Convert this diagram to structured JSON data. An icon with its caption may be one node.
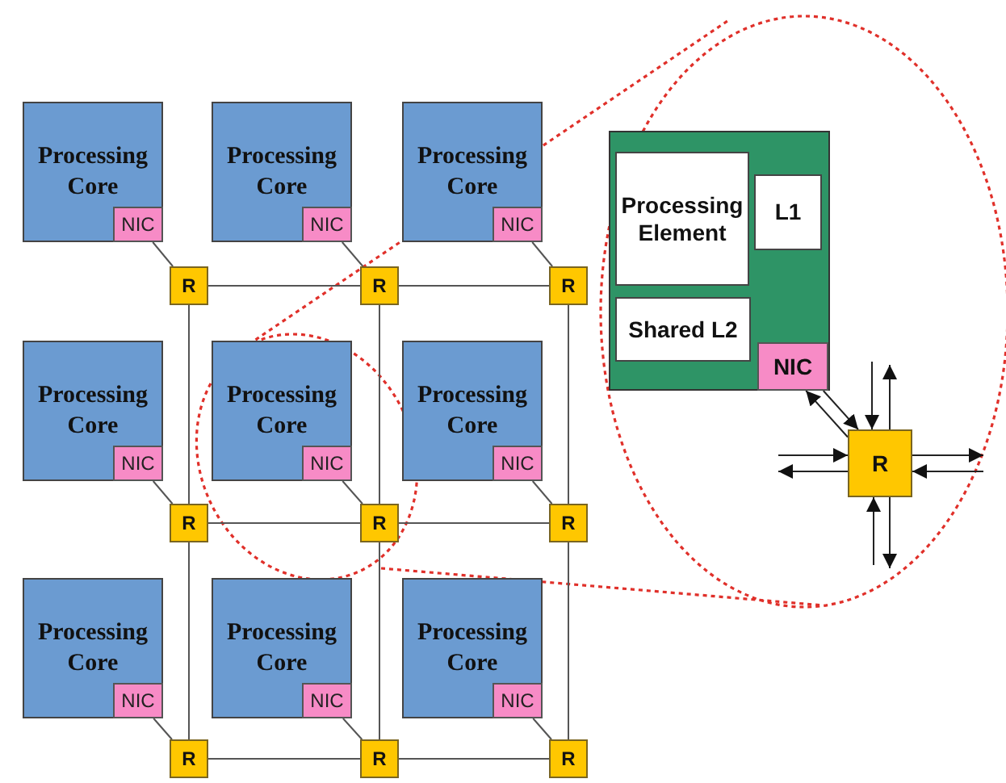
{
  "diagram": {
    "nodes": [
      {
        "text": [
          "Processing Core"
        ]
      },
      {
        "text": [
          "NIC"
        ],
        "in": 0
      },
      {
        "text": [
          "Processing Core"
        ]
      },
      {
        "text": [
          "NIC"
        ],
        "in": 2
      },
      {
        "text": [
          "Processing Core"
        ]
      },
      {
        "text": [
          "NIC"
        ],
        "in": 4
      },
      {
        "text": [
          "R"
        ]
      },
      {
        "text": [
          "R"
        ]
      },
      {
        "text": [
          "R"
        ]
      },
      {
        "text": [
          "Processing Core"
        ]
      },
      {
        "text": [
          "NIC"
        ],
        "in": 9
      },
      {
        "text": [
          "Processing Core"
        ]
      },
      {
        "text": [
          "NIC"
        ],
        "in": 11
      },
      {
        "text": [
          "Processing Core"
        ]
      },
      {
        "text": [
          "NIC"
        ],
        "in": 13
      },
      {
        "text": [
          "R"
        ]
      },
      {
        "text": [
          "R"
        ]
      },
      {
        "text": [
          "R"
        ]
      },
      {
        "text": [
          "Processing Core"
        ]
      },
      {
        "text": [
          "NIC"
        ],
        "in": 18
      },
      {
        "text": [
          "Processing Core"
        ]
      },
      {
        "text": [
          "NIC"
        ],
        "in": 20
      },
      {
        "text": [
          "Processing Core"
        ]
      },
      {
        "text": [
          "NIC"
        ],
        "in": 22
      },
      {
        "text": [
          "R"
        ]
      },
      {
        "text": [
          "R"
        ]
      },
      {
        "text": [
          "R"
        ]
      },
      {
        "text": [],
        "shape": "box"
      },
      {
        "text": [
          "Processing Element"
        ],
        "in": 27
      },
      {
        "text": [
          "L1"
        ],
        "in": 27
      },
      {
        "text": [
          "Shared L2"
        ],
        "in": 27
      },
      {
        "text": [
          "NIC"
        ],
        "in": 27
      },
      {
        "text": [
          "R"
        ]
      }
    ],
    "edges": [
      {
        "from": 1,
        "to": 6,
        "arrow": "none"
      },
      {
        "from": 3,
        "to": 7,
        "arrow": "none"
      },
      {
        "from": 5,
        "to": 8,
        "arrow": "none"
      },
      {
        "from": 10,
        "to": 15,
        "arrow": "none"
      },
      {
        "from": 12,
        "to": 16,
        "arrow": "none"
      },
      {
        "from": 14,
        "to": 17,
        "arrow": "none"
      },
      {
        "from": 19,
        "to": 24,
        "arrow": "none"
      },
      {
        "from": 21,
        "to": 25,
        "arrow": "none"
      },
      {
        "from": 23,
        "to": 26,
        "arrow": "none"
      },
      {
        "from": 6,
        "to": 7,
        "arrow": "none"
      },
      {
        "from": 7,
        "to": 8,
        "arrow": "none"
      },
      {
        "from": 15,
        "to": 16,
        "arrow": "none"
      },
      {
        "from": 16,
        "to": 17,
        "arrow": "none"
      },
      {
        "from": 24,
        "to": 25,
        "arrow": "none"
      },
      {
        "from": 25,
        "to": 26,
        "arrow": "none"
      },
      {
        "from": 6,
        "to": 15,
        "arrow": "none"
      },
      {
        "from": 15,
        "to": 24,
        "arrow": "none"
      },
      {
        "from": 7,
        "to": 16,
        "arrow": "none"
      },
      {
        "from": 16,
        "to": 25,
        "arrow": "none"
      },
      {
        "from": 8,
        "to": 17,
        "arrow": "none"
      },
      {
        "from": 17,
        "to": 26,
        "arrow": "none"
      },
      {
        "from": 31,
        "to": 32,
        "arrow": "to"
      },
      {
        "from": 32,
        "to": 31,
        "arrow": "to"
      },
      {
        "from": null,
        "to": 32,
        "arrow": "to"
      },
      {
        "from": 32,
        "to": null,
        "arrow": "to"
      },
      {
        "from": null,
        "to": 32,
        "arrow": "to"
      },
      {
        "from": 32,
        "to": null,
        "arrow": "to"
      },
      {
        "from": 32,
        "to": null,
        "arrow": "to"
      },
      {
        "from": null,
        "to": 32,
        "arrow": "to"
      },
      {
        "from": null,
        "to": 32,
        "arrow": "to"
      },
      {
        "from": 32,
        "to": null,
        "arrow": "to"
      }
    ]
  }
}
